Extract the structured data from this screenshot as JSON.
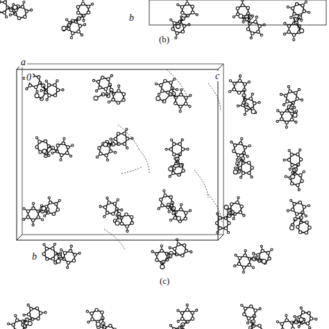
{
  "diagram": {
    "labels": [
      "b",
      "(b)",
      "a",
      "0",
      "c",
      "b",
      "(c)"
    ]
  }
}
